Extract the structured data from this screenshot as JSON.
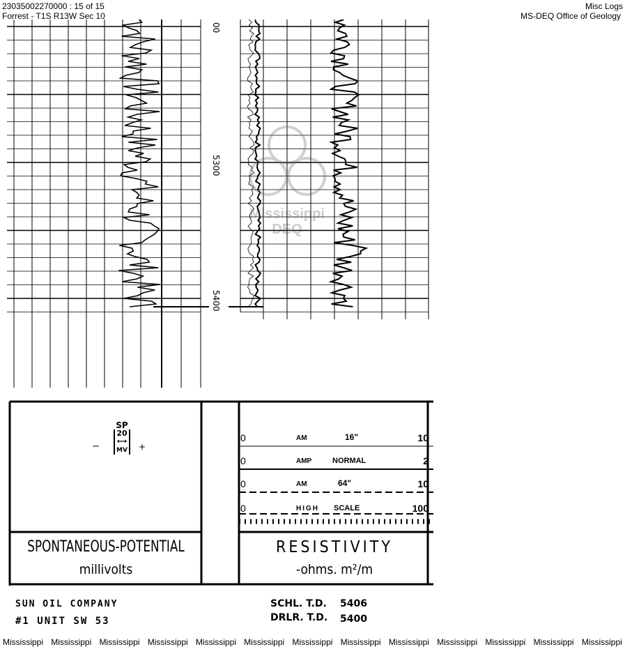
{
  "header": {
    "doc_id": "23035002270000 : 15 of 15",
    "location": "Forrest - T1S R13W Sec 10",
    "category": "Misc Logs",
    "office": "MS-DEQ Office of Geology"
  },
  "depth_labels": [
    "00",
    "5300",
    "5400"
  ],
  "watermark": {
    "line1": "Mississippi",
    "line2": "DEQ"
  },
  "sp_panel": {
    "curve": "SP",
    "scale_value": "20",
    "unit_abbr": "MV",
    "minus": "−",
    "plus": "+",
    "title": "SPONTANEOUS-POTENTIAL",
    "subtitle": "millivolts"
  },
  "resistivity_panel": {
    "rows": [
      {
        "left": "0",
        "name": "AM",
        "detail": "16\"",
        "right": "10"
      },
      {
        "left": "0",
        "name": "AMP",
        "detail": "NORMAL",
        "right": "2"
      },
      {
        "left": "0",
        "name": "AM",
        "detail": "64\"",
        "right": "10"
      },
      {
        "left": "0",
        "name": "HIGH",
        "detail": "SCALE",
        "right": "100"
      }
    ],
    "title": "RESISTIVITY",
    "subtitle": "-ohms. m²/m"
  },
  "well": {
    "company": "SUN OIL COMPANY",
    "unit": "#1 UNIT SW 53",
    "schl_td_label": "SCHL. T.D.",
    "schl_td": "5406",
    "drlr_td_label": "DRLR. T.D.",
    "drlr_td": "5400"
  },
  "footer_watermark": [
    "Mississippi",
    "Mississippi",
    "Mississippi",
    "Mississippi",
    "Mississippi",
    "Mississippi",
    "Mississippi",
    "Mississippi",
    "Mississippi",
    "Mississippi",
    "Mississippi",
    "Mississippi",
    "Mississippi"
  ]
}
